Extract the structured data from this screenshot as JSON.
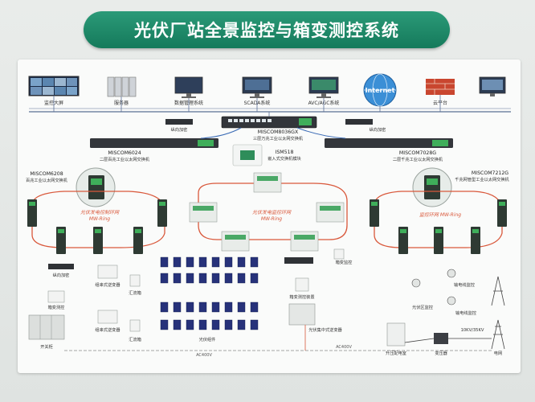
{
  "title": "光伏厂站全景监控与箱变测控系统",
  "top_devices": [
    {
      "label": "监控大屏"
    },
    {
      "label": "服务器"
    },
    {
      "label": "数据管理系统"
    },
    {
      "label": "SCADA系统"
    },
    {
      "label": "AVC/AGC系统"
    },
    {
      "label": "云平台"
    }
  ],
  "internet_label": "Internet",
  "switches": {
    "core": {
      "model": "MISCOM8036GX",
      "desc": "三层万兆工业以太网交换机"
    },
    "left_agg": {
      "model": "MISCOM6024",
      "desc": "二层百兆工业以太网交换机"
    },
    "right_agg": {
      "model": "MISCOM7028G",
      "desc": "二层千兆工业以太网交换机"
    },
    "left_ring": {
      "model": "MISCOM6208",
      "desc": "百兆工业以太网交换机"
    },
    "right_ring": {
      "model": "MISCOM7212G",
      "desc": "千兆网管型工业以太网交换机"
    },
    "module": {
      "model": "ISM518",
      "desc": "嵌入式交换机模块"
    }
  },
  "labels": {
    "vertical_encrypt_left": "纵向加密",
    "vertical_encrypt_right": "纵向加密",
    "vertical_encrypt_bottom": "纵向加密",
    "ring_left": "光伏发电控制环网\nMW-Ring",
    "ring_mid": "光伏发电监控环网\nMW-Ring",
    "ring_right": "监控环网 MW-Ring",
    "combiner_inverter_1": "组串式逆变器",
    "combiner_inverter_2": "组串式逆变器",
    "combiner_box_1": "汇流箱",
    "combiner_box_2": "汇流箱",
    "pv_module": "光伏组件",
    "box_transformer": "光伏集中式逆变器",
    "box_monitor": "箱变测控装置",
    "box_monitor_2": "箱变监控",
    "cabinet": "开关柜",
    "meter": "箱变测控",
    "pv_area_monitor": "光伏区监控",
    "line_monitor_1": "输电线监控",
    "line_monitor_2": "输电线监控",
    "step_up": "升压配电室",
    "transformer": "变压器",
    "voltage": "10KV/35KV",
    "grid": "电网",
    "ac_left": "AC400V",
    "ac_right": "AC400V"
  }
}
